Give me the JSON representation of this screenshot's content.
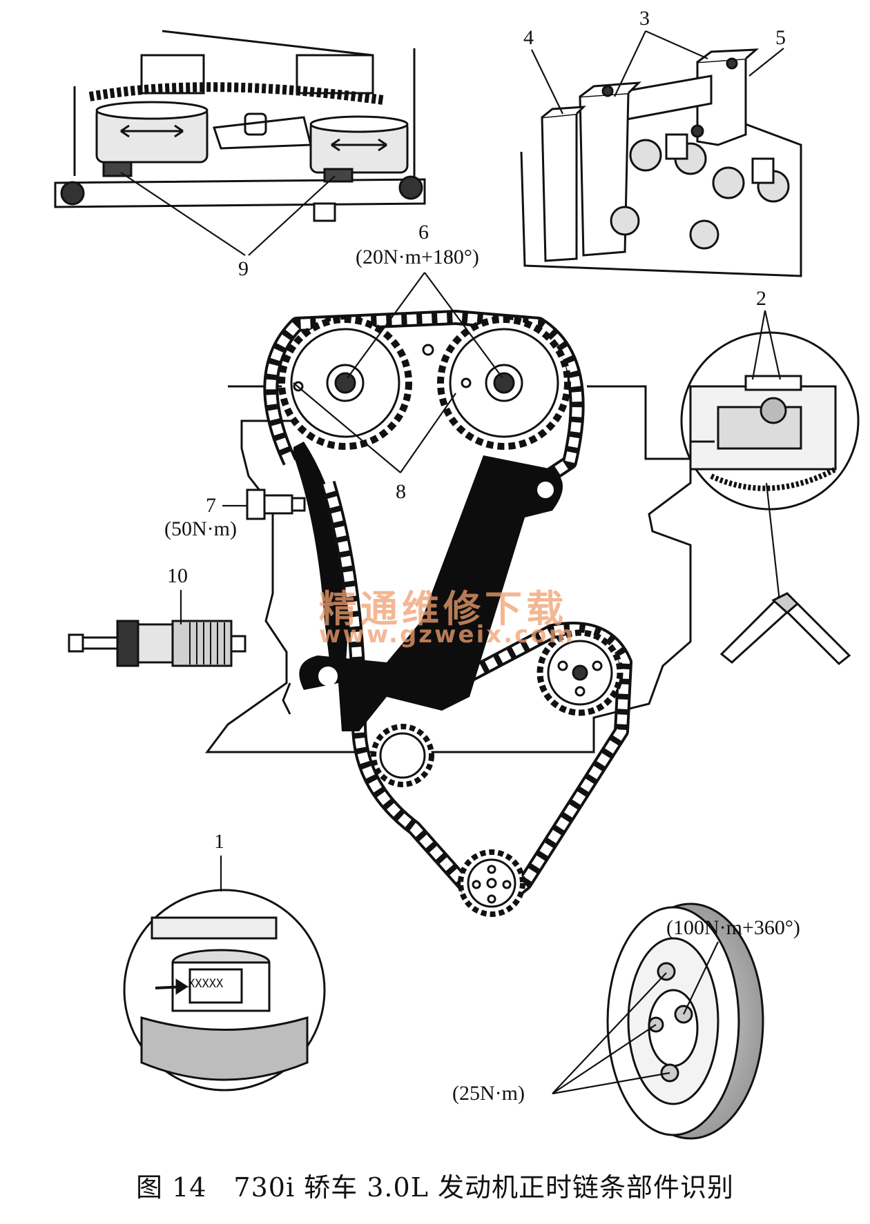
{
  "labels": {
    "l1": "1",
    "l2": "2",
    "l3": "3",
    "l4": "4",
    "l5": "5",
    "l6": "6",
    "l6_torque": "(20N·m+180°)",
    "l7": "7",
    "l7_torque": "(50N·m)",
    "l8": "8",
    "l9": "9",
    "l10": "10",
    "crank_torque": "(100N·m+360°)",
    "damper_torque": "(25N·m)",
    "marking": "XXXXX"
  },
  "watermark": {
    "text_cn": "精通维修下载",
    "url": "www.gzweix.com",
    "color": "#f0a070"
  },
  "caption": "图 14　730i 轿车 3.0L 发动机正时链条部件识别",
  "colors": {
    "ink": "#111111",
    "paper": "#ffffff",
    "rail": "#0d0d0d"
  }
}
